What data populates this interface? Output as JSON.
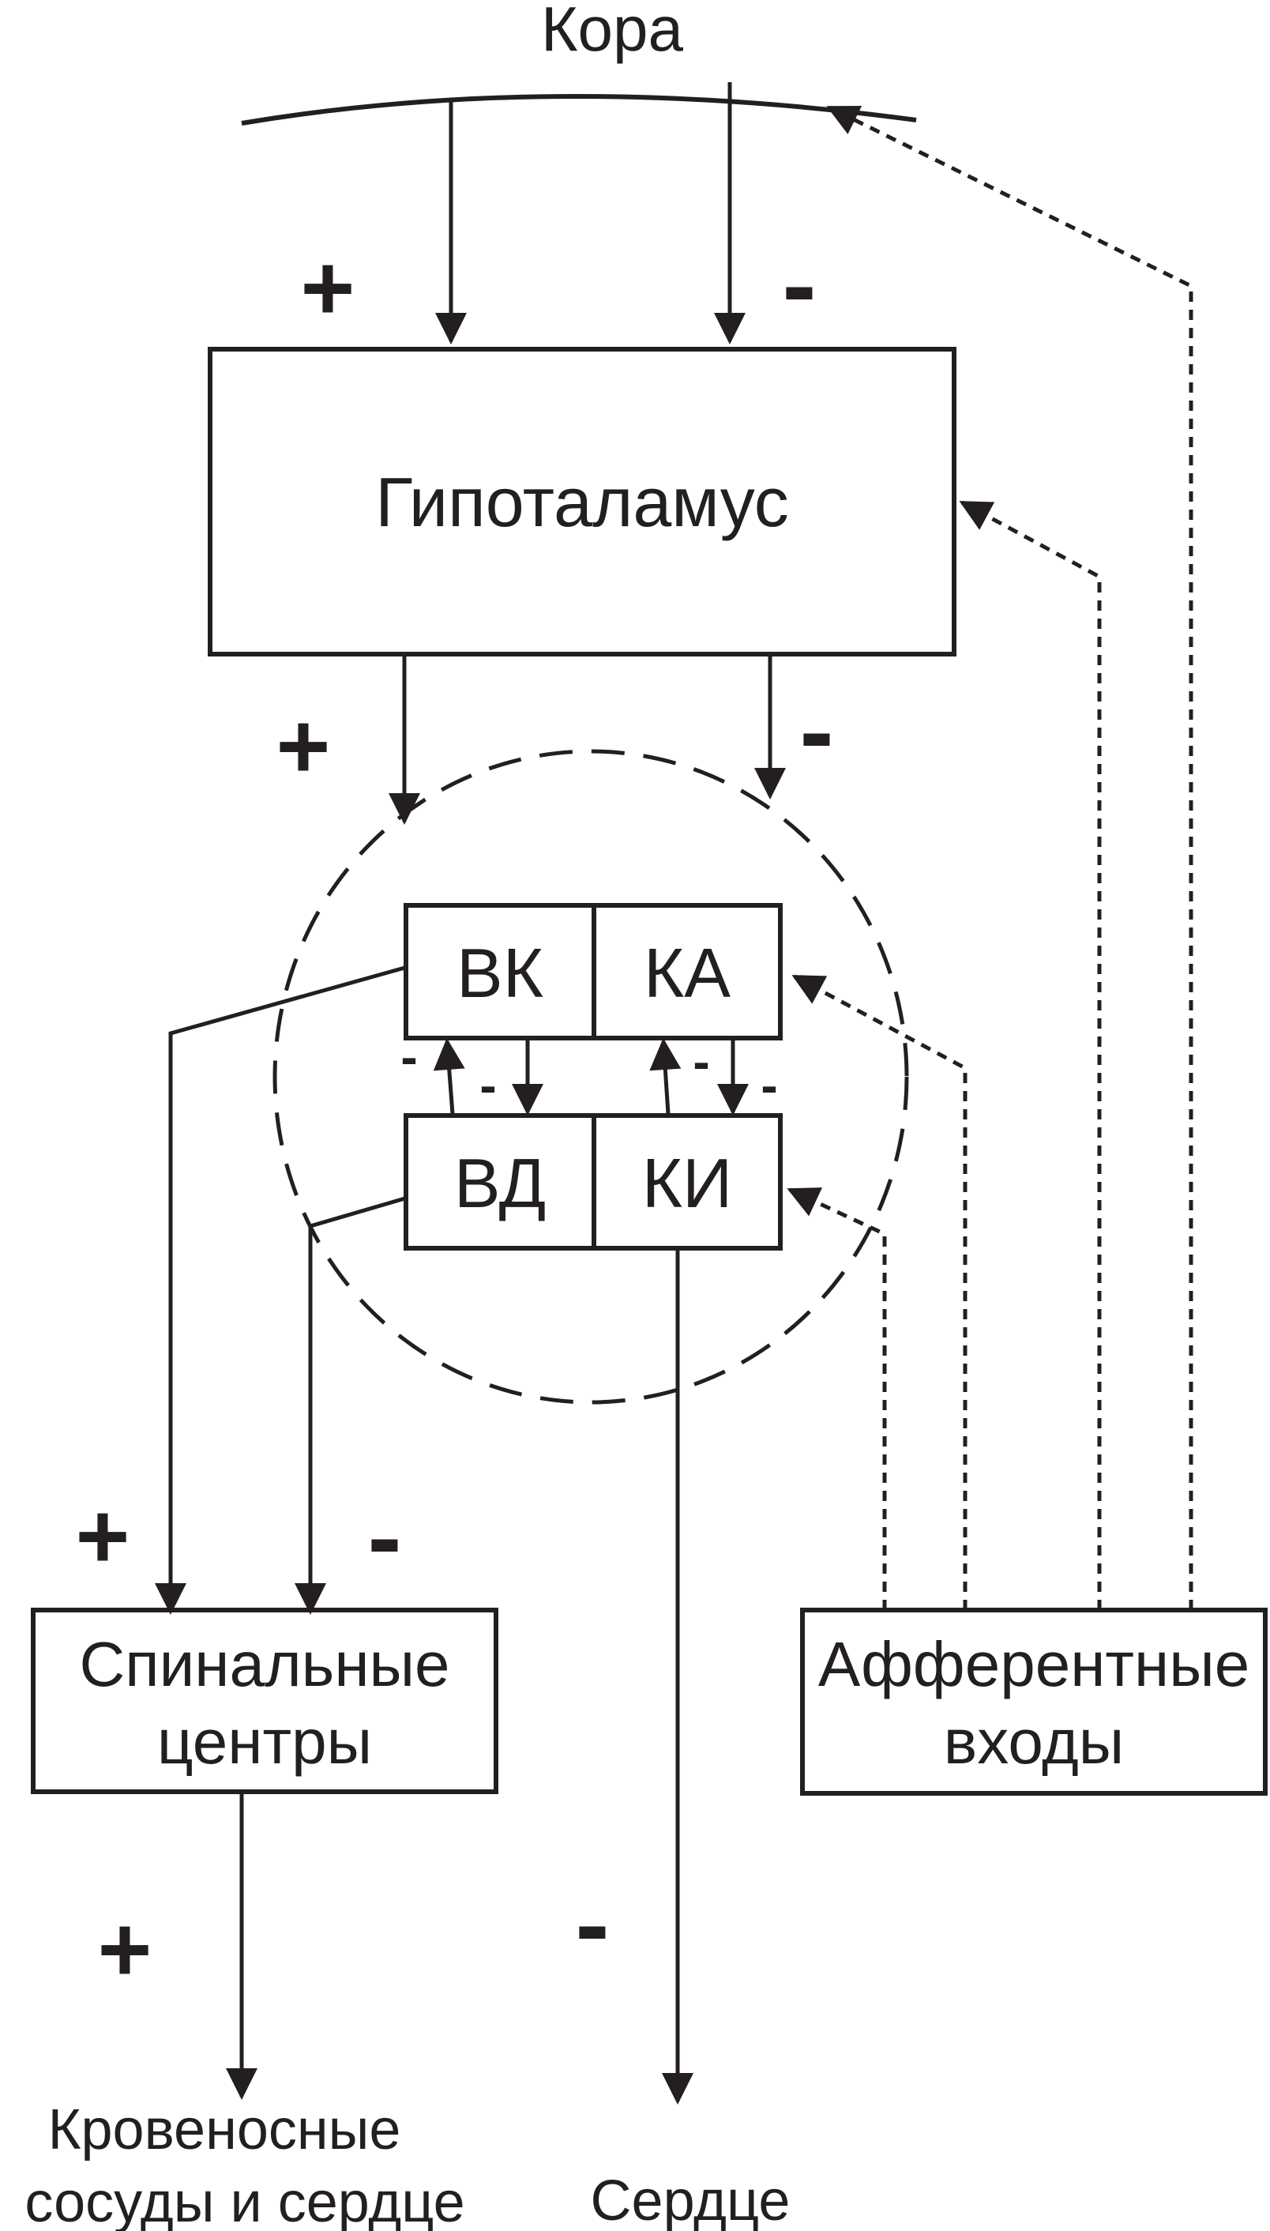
{
  "colors": {
    "ink": "#231f20",
    "background": "#ffffff"
  },
  "nodes": {
    "cortex": "Кора",
    "hypothalamus": "Гипоталамус",
    "vk": "ВК",
    "ka": "КА",
    "vd": "ВД",
    "ki": "КИ",
    "spinal_line1": "Спинальные",
    "spinal_line2": "центры",
    "afferent_line1": "Афферентные",
    "afferent_line2": "входы",
    "vessels_line1": "Кровеносные",
    "vessels_line2": "сосуды и сердце",
    "heart": "Сердце"
  },
  "signs": {
    "cortex_plus": "+",
    "cortex_minus": "-",
    "hypo_plus": "+",
    "hypo_minus": "-",
    "inner_minus_1": "-",
    "inner_minus_2": "-",
    "inner_minus_3": "-",
    "inner_minus_4": "-",
    "spinal_plus": "+",
    "spinal_minus": "-",
    "vessels_plus": "+",
    "heart_minus": "-"
  }
}
